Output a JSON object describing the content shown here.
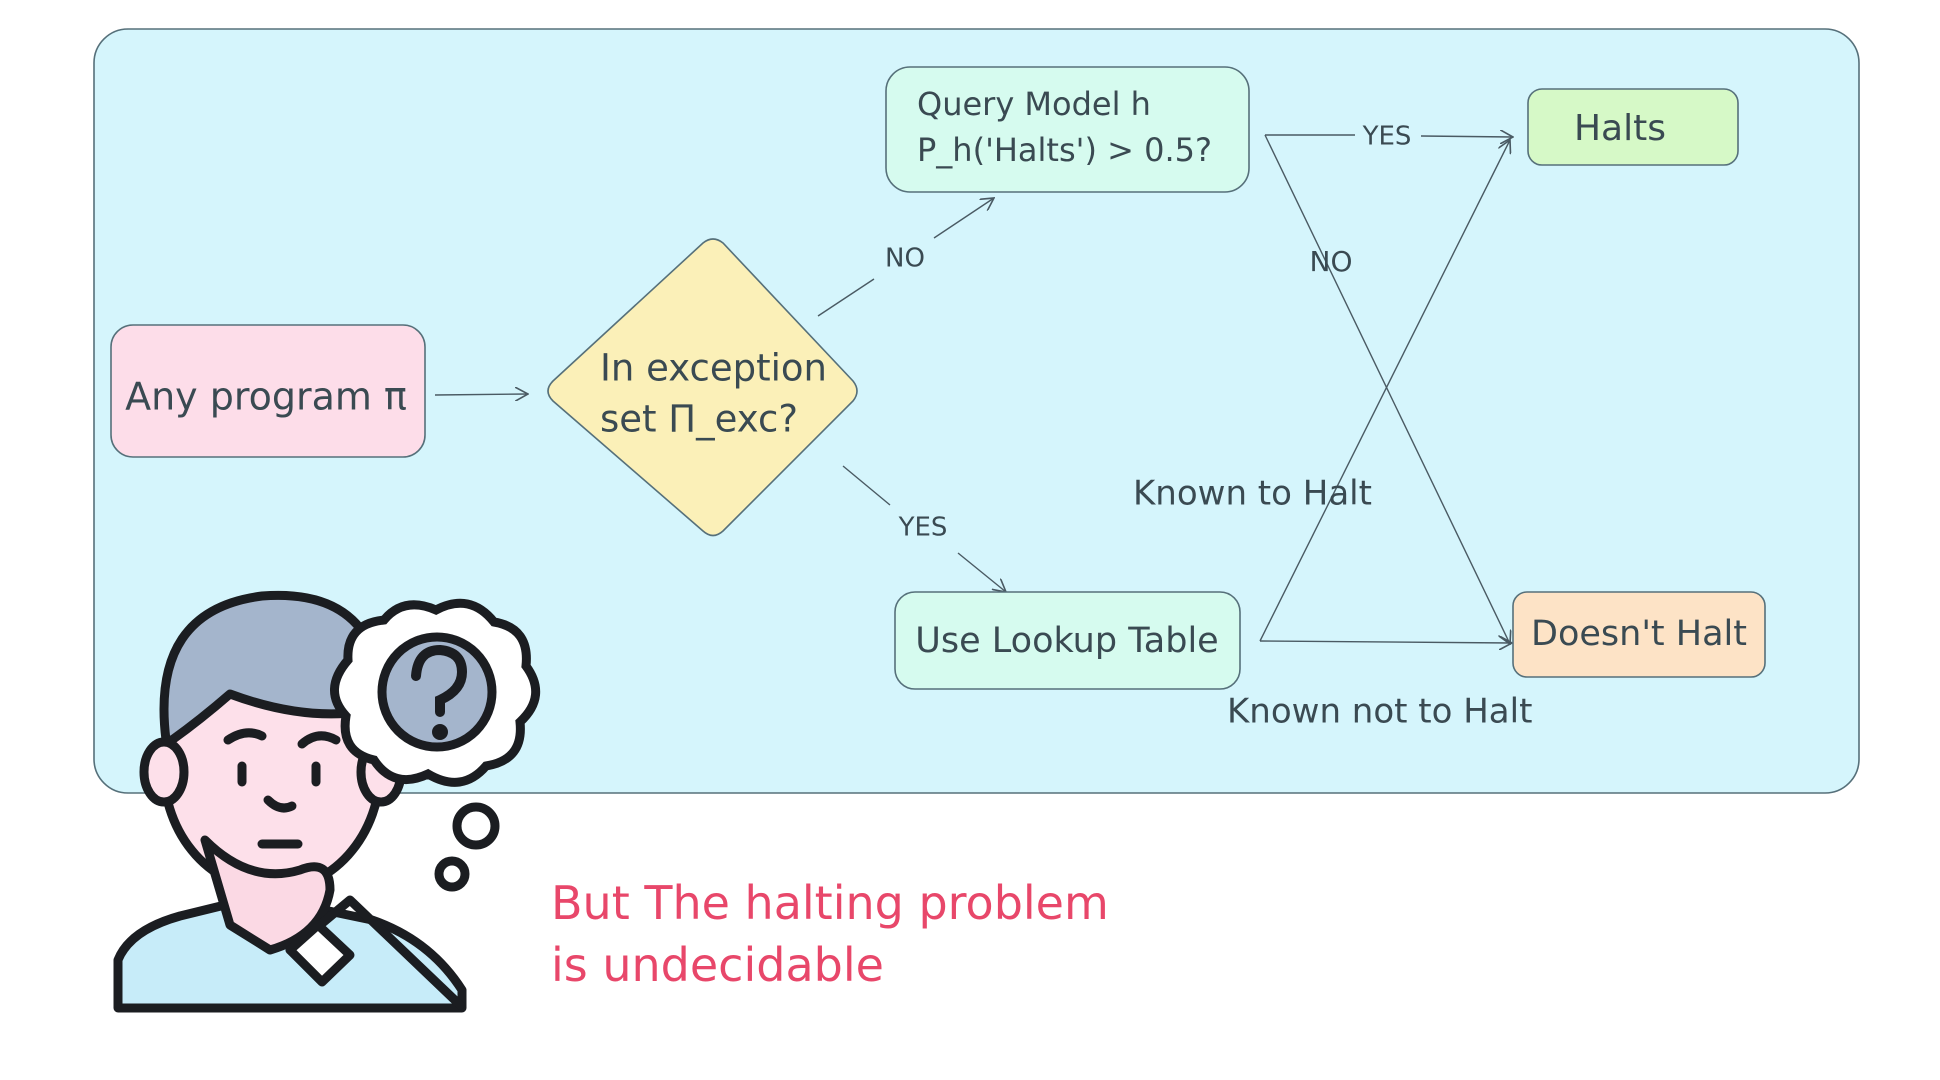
{
  "diagram": {
    "nodes": {
      "start": "Any program π",
      "decision_line1": "In exception",
      "decision_line2": "set Π_exc?",
      "query_line1": "Query Model h",
      "query_line2": "P_h('Halts') > 0.5?",
      "lookup": "Use Lookup Table",
      "halts": "Halts",
      "doesnt_halt": "Doesn't Halt"
    },
    "edge_labels": {
      "decision_no": "NO",
      "decision_yes": "YES",
      "query_yes": "YES",
      "query_no": "NO",
      "known_halt": "Known to Halt",
      "known_not_halt": "Known not to Halt"
    }
  },
  "caption": {
    "line1": "But The halting problem",
    "line2": "is undecidable"
  },
  "illustration": {
    "icon": "thinking-person-icon",
    "bubble_icon": "question-mark-icon"
  },
  "colors": {
    "panel": "#d5f5fc",
    "start": "#fddde9",
    "decision": "#fbf0b8",
    "process": "#d6fbef",
    "halts": "#d6f9c7",
    "doesnt_halt": "#fde3c6",
    "caption": "#e8476a"
  }
}
